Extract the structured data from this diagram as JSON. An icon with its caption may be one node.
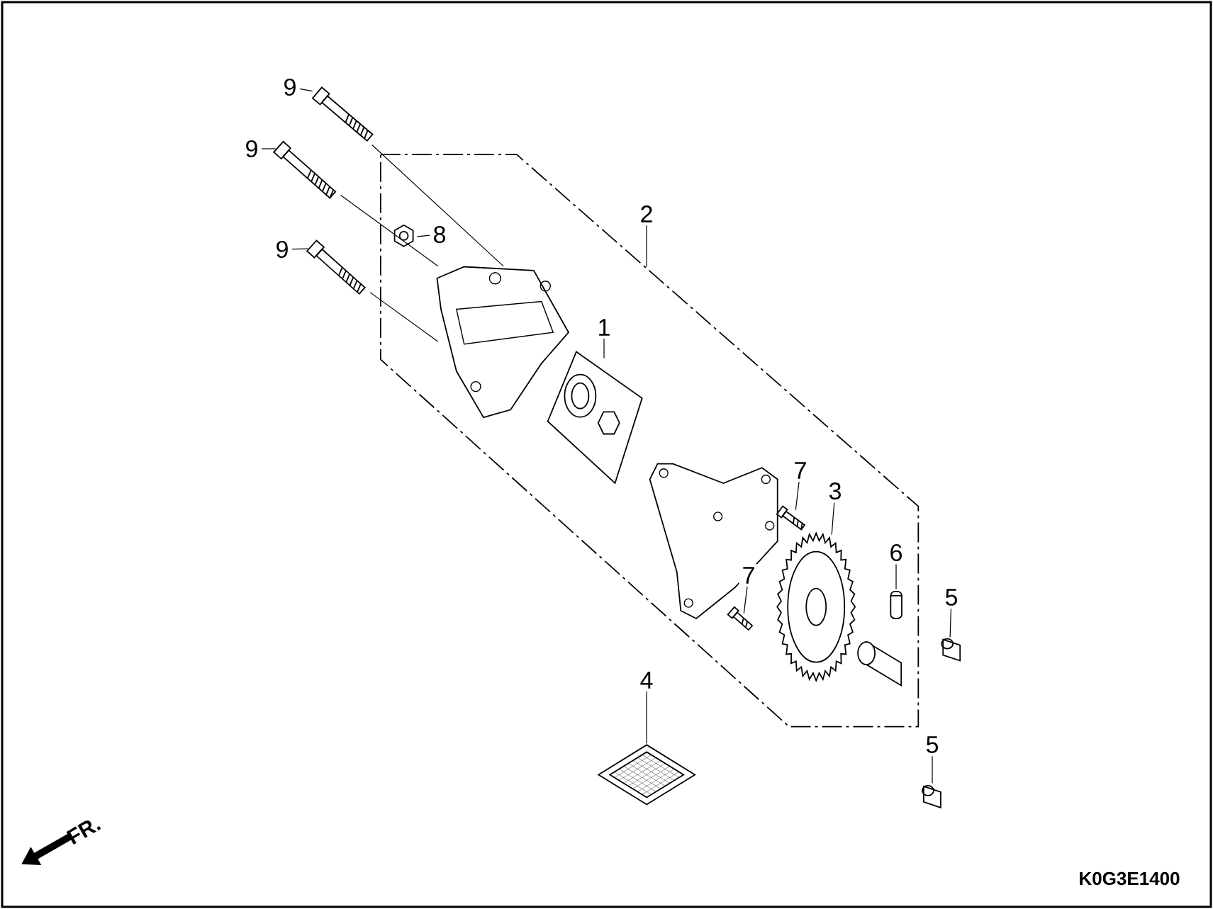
{
  "diagram": {
    "nodes": [
      {
        "text": [
          "9"
        ]
      },
      {
        "text": [],
        "shape": "picture"
      },
      {
        "text": [
          "9"
        ]
      },
      {
        "text": [],
        "shape": "picture"
      },
      {
        "text": [
          "9"
        ]
      },
      {
        "text": [],
        "shape": "picture"
      },
      {
        "text": [
          "2"
        ]
      },
      {
        "text": [],
        "shape": "box"
      },
      {
        "text": [
          "8"
        ],
        "in": 7
      },
      {
        "text": [],
        "shape": "picture",
        "in": 7
      },
      {
        "text": [
          "1"
        ],
        "in": 7
      },
      {
        "text": [],
        "shape": "picture",
        "in": 7
      },
      {
        "text": [
          "7"
        ],
        "in": 7
      },
      {
        "text": [],
        "shape": "picture",
        "in": 7
      },
      {
        "text": [
          "3"
        ],
        "in": 7
      },
      {
        "text": [],
        "shape": "picture",
        "in": 7
      },
      {
        "text": [
          "7"
        ],
        "in": 7
      },
      {
        "text": [],
        "shape": "picture",
        "in": 7
      },
      {
        "text": [
          "6"
        ],
        "in": 7
      },
      {
        "text": [],
        "shape": "picture",
        "in": 7
      },
      {
        "text": [
          "5"
        ]
      },
      {
        "text": [],
        "shape": "picture"
      },
      {
        "text": [
          "4"
        ]
      },
      {
        "text": [],
        "shape": "picture"
      },
      {
        "text": [
          "5"
        ]
      },
      {
        "text": [],
        "shape": "picture"
      },
      {
        "text": [],
        "shape": "picture",
        "in": 7
      }
    ],
    "edges": [
      {
        "from": 1,
        "to": 26,
        "arrow": "none"
      },
      {
        "from": 3,
        "to": 26,
        "arrow": "none"
      },
      {
        "from": 5,
        "to": 26,
        "arrow": "none"
      },
      {
        "from": 0,
        "to": 1,
        "arrow": "none"
      },
      {
        "from": 2,
        "to": 3,
        "arrow": "none"
      },
      {
        "from": 4,
        "to": 5,
        "arrow": "none"
      },
      {
        "from": 6,
        "to": 7,
        "arrow": "none"
      },
      {
        "from": 8,
        "to": 9,
        "arrow": "none"
      },
      {
        "from": 10,
        "to": 11,
        "arrow": "none"
      },
      {
        "from": 12,
        "to": 13,
        "arrow": "none"
      },
      {
        "from": 14,
        "to": 15,
        "arrow": "none"
      },
      {
        "from": 16,
        "to": 17,
        "arrow": "none"
      },
      {
        "from": 18,
        "to": 19,
        "arrow": "none"
      },
      {
        "from": 20,
        "to": 21,
        "arrow": "none"
      },
      {
        "from": 22,
        "to": 23,
        "arrow": "none"
      },
      {
        "from": 24,
        "to": 25,
        "arrow": "none"
      }
    ],
    "labels": [
      "FR.",
      "K0G3E1400"
    ]
  }
}
